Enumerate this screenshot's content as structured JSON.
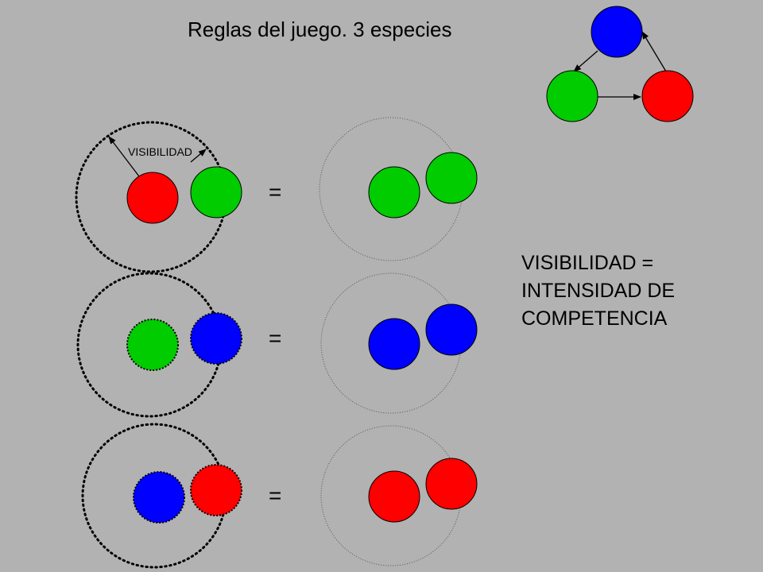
{
  "title": "Reglas del juego. 3 especies",
  "visibility_label": "VISIBILIDAD",
  "equals_sign": "=",
  "definition_lines": [
    "VISIBILIDAD =",
    "INTENSIDAD DE",
    "COMPETENCIA"
  ],
  "colors": {
    "background": "#b2b2b2",
    "red": "#ff0000",
    "green": "#00cc00",
    "blue": "#0000ff"
  },
  "species": [
    "red",
    "green",
    "blue"
  ],
  "cycle": [
    {
      "from": "blue",
      "to": "green"
    },
    {
      "from": "green",
      "to": "red"
    },
    {
      "from": "red",
      "to": "blue"
    }
  ],
  "rules": [
    {
      "before": {
        "observer": "red",
        "neighbor": "green"
      },
      "after": [
        "green",
        "green"
      ]
    },
    {
      "before": {
        "observer": "green",
        "neighbor": "blue"
      },
      "after": [
        "blue",
        "blue"
      ]
    },
    {
      "before": {
        "observer": "blue",
        "neighbor": "red"
      },
      "after": [
        "red",
        "red"
      ]
    }
  ]
}
